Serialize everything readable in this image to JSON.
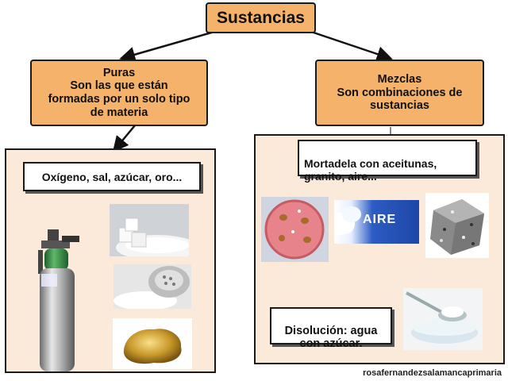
{
  "title": "Sustancias",
  "puras": {
    "text": "Puras\nSon las que están\nformadas por un solo tipo\nde materia"
  },
  "mezclas": {
    "text": "Mezclas\nSon combinaciones de\nsustancias"
  },
  "puras_examples": "Oxígeno, sal, azúcar, oro...",
  "mezclas_examples": "Mortadela con aceitunas,\ngranito, aire...",
  "aire_label": "AIRE",
  "disolucion": "Disolución: agua\ncon azúcar.",
  "credit": "rosafernandezsalamancaprimaria",
  "icons": [
    "oxygen-tank-icon",
    "sugar-cubes-icon",
    "salt-shaker-icon",
    "gold-nugget-icon",
    "mortadella-icon",
    "air-cloud-icon",
    "granite-icon",
    "spoon-sugar-water-icon"
  ],
  "colors": {
    "node": "#f4b26b",
    "panel": "#fbe9d9",
    "border": "#1a1a1a"
  }
}
